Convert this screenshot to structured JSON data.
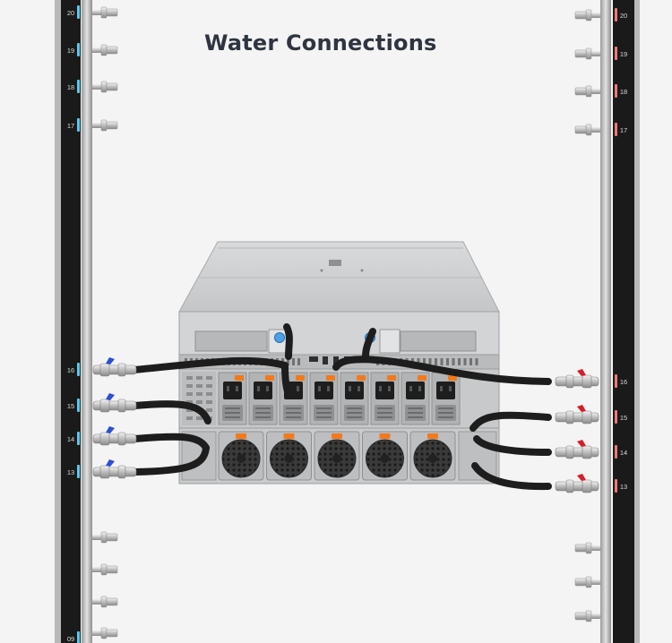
{
  "title": "Water Connections",
  "left_manifold": {
    "top_ports": [
      "20",
      "19",
      "18",
      "17"
    ],
    "connected_ports": [
      "16",
      "15",
      "14",
      "13"
    ],
    "bottom_port": "09",
    "accent": "#5bc8f0"
  },
  "right_manifold": {
    "top_ports": [
      "20",
      "19",
      "18",
      "17"
    ],
    "connected_ports": [
      "16",
      "15",
      "14",
      "13"
    ],
    "accent": "#f07878"
  },
  "server": {
    "psu_count": 8,
    "fan_count": 5
  },
  "colors": {
    "background": "#f4f4f4",
    "title": "#2e3440",
    "chassis": "#bfc1c3",
    "psu_handle": "#f27a1a",
    "supply_valve": "#2a4fd8",
    "return_valve": "#d81e2a",
    "hose": "#1d1d1d"
  }
}
